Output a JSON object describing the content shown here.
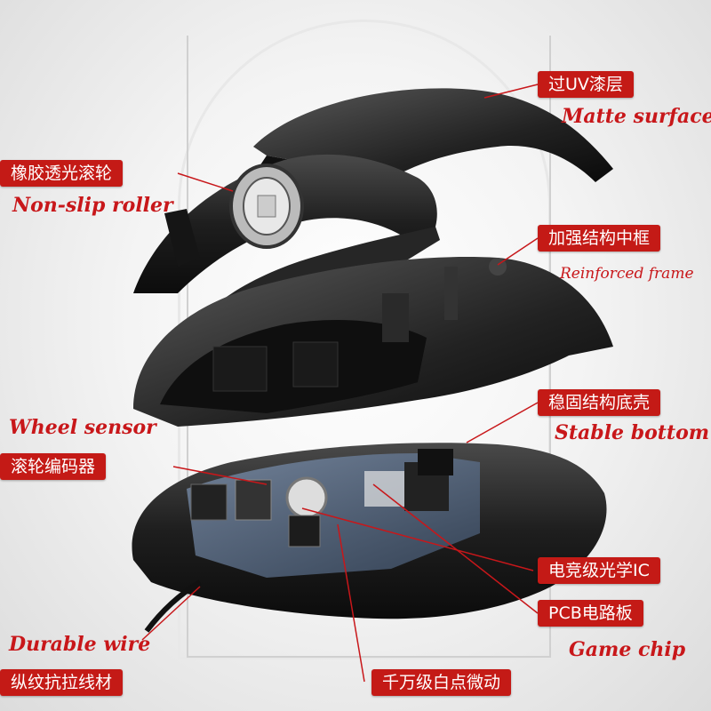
{
  "labels": {
    "matte_cn": "过UV漆层",
    "matte_en": "Matte surface",
    "roller_cn": "橡胶透光滚轮",
    "roller_en": "Non-slip roller",
    "frame_cn": "加强结构中框",
    "frame_en": "Reinforced frame",
    "bottom_cn": "稳固结构底壳",
    "bottom_en": "Stable bottom",
    "wheel_sensor_en": "Wheel sensor",
    "encoder_cn": "滚轮编码器",
    "optical_cn": "电竞级光学IC",
    "pcb_cn": "PCB电路板",
    "game_chip_en": "Game chip",
    "wire_en": "Durable wire",
    "wire_cn": "纵纹抗拉线材",
    "switch_cn": "千万级白点微动"
  },
  "colors": {
    "accent": "#c41a16",
    "line": "#c8171a"
  }
}
